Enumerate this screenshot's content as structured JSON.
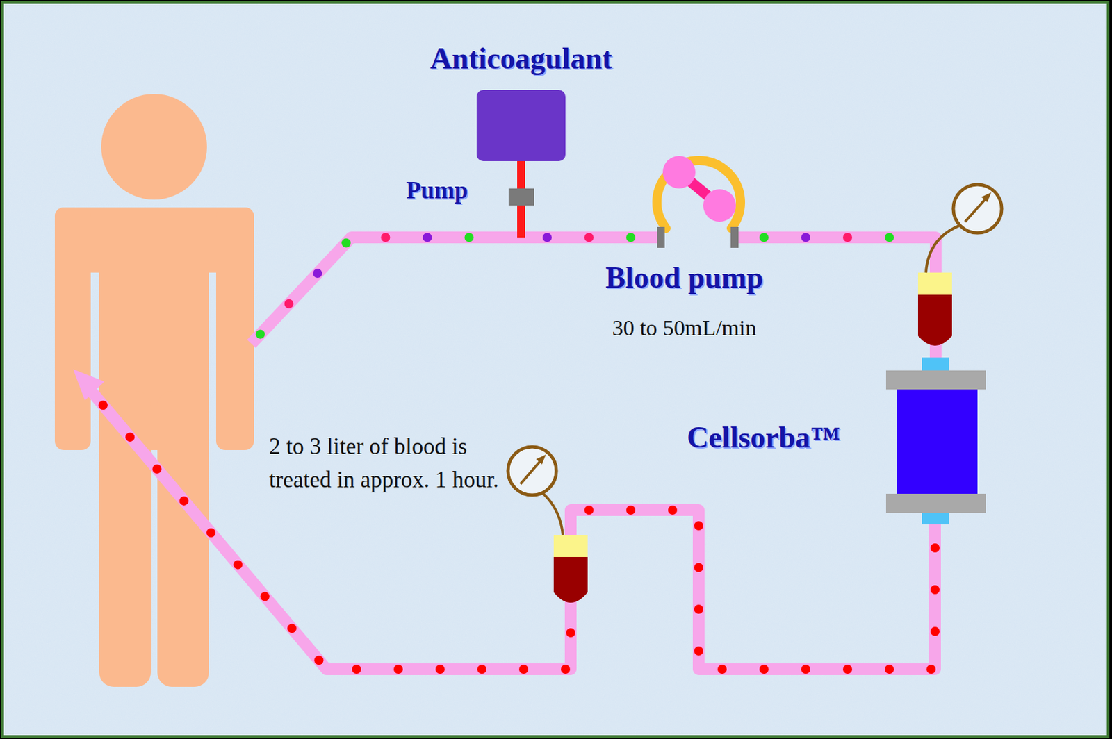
{
  "diagram": {
    "nodes": [
      {
        "text": [
          "Anticoagulant"
        ]
      },
      {
        "text": [
          "Blood pump",
          "30 to 50mL/min"
        ]
      },
      {
        "text": [
          "Cellsorba™"
        ]
      }
    ],
    "edges": [
      {
        "from": 1,
        "to": 2,
        "arrow": "none"
      }
    ],
    "labels": [
      "Pump",
      "2 to 3 liter of blood is treated in approx. 1 hour."
    ]
  }
}
